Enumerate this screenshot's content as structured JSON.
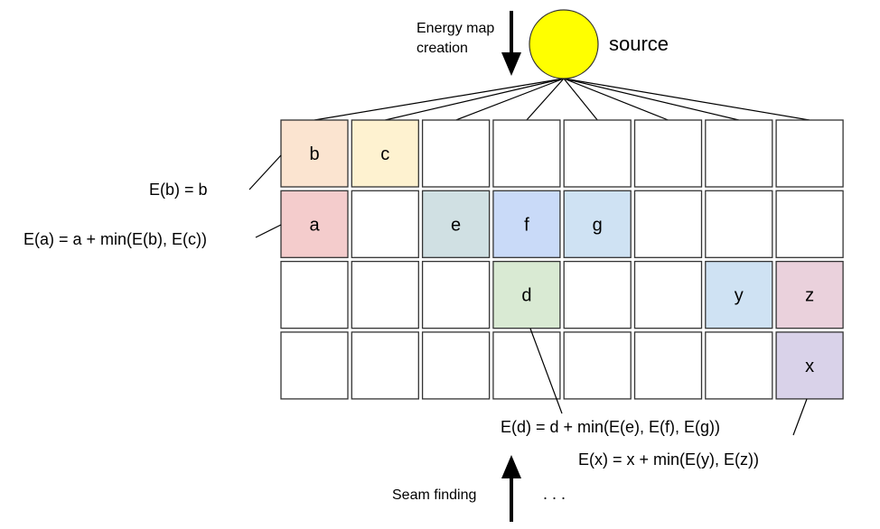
{
  "source": {
    "label": "source",
    "color": "#ffff00"
  },
  "arrows": {
    "energy_map_line1": "Energy map",
    "energy_map_line2": "creation",
    "seam_finding": "Seam finding",
    "dots": ". . ."
  },
  "grid": {
    "rows": 4,
    "cols": 8,
    "cells": [
      {
        "row": 0,
        "col": 0,
        "label": "b",
        "color": "#fbe4d0"
      },
      {
        "row": 0,
        "col": 1,
        "label": "c",
        "color": "#fef2d0"
      },
      {
        "row": 1,
        "col": 0,
        "label": "a",
        "color": "#f4cccc"
      },
      {
        "row": 1,
        "col": 2,
        "label": "e",
        "color": "#d0e0e3"
      },
      {
        "row": 1,
        "col": 3,
        "label": "f",
        "color": "#c9daf8"
      },
      {
        "row": 1,
        "col": 4,
        "label": "g",
        "color": "#cfe2f3"
      },
      {
        "row": 2,
        "col": 3,
        "label": "d",
        "color": "#d9ead3"
      },
      {
        "row": 2,
        "col": 6,
        "label": "y",
        "color": "#cfe2f3"
      },
      {
        "row": 2,
        "col": 7,
        "label": "z",
        "color": "#ead1dc"
      },
      {
        "row": 3,
        "col": 7,
        "label": "x",
        "color": "#d9d2e9"
      }
    ]
  },
  "equations": {
    "eb": "E(b) = b",
    "ea": "E(a) = a + min(E(b), E(c))",
    "ed": "E(d) = d + min(E(e), E(f), E(g))",
    "ex": "E(x) = x + min(E(y), E(z))"
  }
}
